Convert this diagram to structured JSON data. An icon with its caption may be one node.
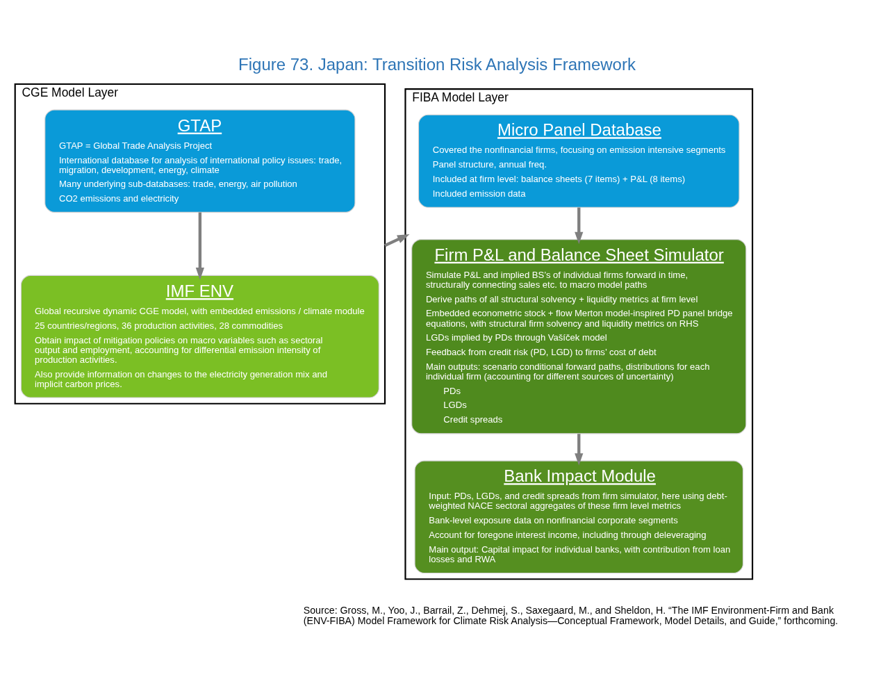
{
  "diagram": {
    "title": "Figure 73. Japan: Transition Risk Analysis Framework",
    "caption": "Source: Gross, M., Yoo, J., Barrail, Z., Dehmej, S., Saxegaard, M., and Sheldon, H. “The IMF Environment-Firm and Bank (ENV-FIBA) Model Framework for Climate Risk Analysis—Conceptual Framework, Model Details, and Guide,” forthcoming.",
    "nodes": [
      {
        "text": [
          "CGE Model Layer"
        ]
      },
      {
        "text": [
          "GTAP",
          "GTAP = Global Trade Analysis Project",
          "International database for analysis of international policy issues: trade, migration, development, energy, climate",
          "Many underlying sub-databases: trade, energy, air pollution",
          "CO2 emissions and electricity"
        ],
        "in": 0
      },
      {
        "text": [
          "IMF ENV",
          "Global recursive dynamic CGE model, with embedded emissions / climate module",
          "25 countries/regions, 36 production activities, 28 commodities",
          "Obtain impact of mitigation policies on macro variables such as sectoral output and employment, accounting for differential emission intensity of production activities.",
          "Also provide information on changes to the electricity generation mix and implicit carbon prices."
        ],
        "in": 0
      },
      {
        "text": [
          "FIBA Model Layer"
        ]
      },
      {
        "text": [
          "Micro Panel Database",
          "Covered the nonfinancial firms, focusing on emission intensive segments",
          "Panel structure, annual freq.",
          "Included at firm level: balance sheets (7 items) + P&L (8 items)",
          "Included emission data"
        ],
        "in": 3
      },
      {
        "text": [
          "Firm P&L and Balance Sheet Simulator",
          "Simulate P&L and implied BS’s of individual firms forward in time, structurally connecting sales etc. to macro model paths",
          "Derive paths of all structural solvency + liquidity metrics at firm level",
          "Embedded econometric stock + flow Merton model-inspired PD panel bridge equations, with structural firm solvency and liquidity metrics on RHS",
          "LGDs implied by PDs through Vašíček model",
          "Feedback from credit risk (PD, LGD) to firms’ cost of debt",
          "Main outputs: scenario conditional forward paths, distributions for each individual firm (accounting for different sources of uncertainty)",
          "PDs",
          "LGDs",
          "Credit spreads"
        ],
        "in": 3
      },
      {
        "text": [
          "Bank Impact Module",
          "Input: PDs, LGDs, and credit spreads from firm simulator, here using debt-weighted NACE sectoral aggregates of these firm level metrics",
          "Bank-level exposure data on nonfinancial corporate segments",
          "Account for foregone interest income, including through deleveraging",
          "Main output: Capital impact for individual banks, with contribution from loan losses and RWA"
        ],
        "in": 3
      }
    ],
    "edges": [
      {
        "from": 1,
        "to": 2,
        "arrow": "to"
      },
      {
        "from": 4,
        "to": 5,
        "arrow": "to"
      },
      {
        "from": 5,
        "to": 6,
        "arrow": "to"
      },
      {
        "from": 0,
        "to": 3,
        "arrow": "to"
      }
    ]
  }
}
